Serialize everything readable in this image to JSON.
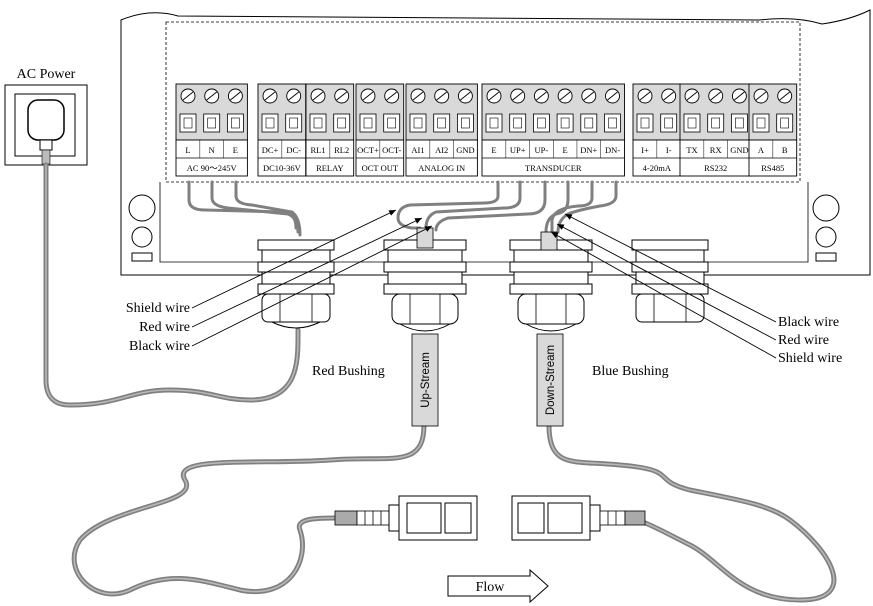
{
  "power": {
    "label": "AC Power"
  },
  "terminals": [
    {
      "group": "AC 90～245V",
      "pins": [
        "L",
        "N",
        "E"
      ]
    },
    {
      "group": "DC10-36V",
      "pins": [
        "DC+",
        "DC-"
      ]
    },
    {
      "group": "RELAY",
      "pins": [
        "RL1",
        "RL2"
      ]
    },
    {
      "group": "OCT OUT",
      "pins": [
        "OCT+",
        "OCT-"
      ]
    },
    {
      "group": "ANALOG IN",
      "pins": [
        "AI1",
        "AI2",
        "GND"
      ]
    },
    {
      "group": "TRANSDUCER",
      "pins": [
        "E",
        "UP+",
        "UP-",
        "E",
        "DN+",
        "DN-"
      ]
    },
    {
      "group": "4-20mA",
      "pins": [
        "I+",
        "I-"
      ]
    },
    {
      "group": "RS232",
      "pins": [
        "TX",
        "RX",
        "GND"
      ]
    },
    {
      "group": "RS485",
      "pins": [
        "A",
        "B"
      ]
    }
  ],
  "wires_left": [
    "Shield wire",
    "Red wire",
    "Black wire"
  ],
  "wires_right": [
    "Black wire",
    "Red wire",
    "Shield wire"
  ],
  "bushings": {
    "left": "Red Bushing",
    "right": "Blue Bushing"
  },
  "cables": {
    "upstream": "Up-Stream",
    "downstream": "Down-Stream"
  },
  "flow": {
    "label": "Flow"
  }
}
